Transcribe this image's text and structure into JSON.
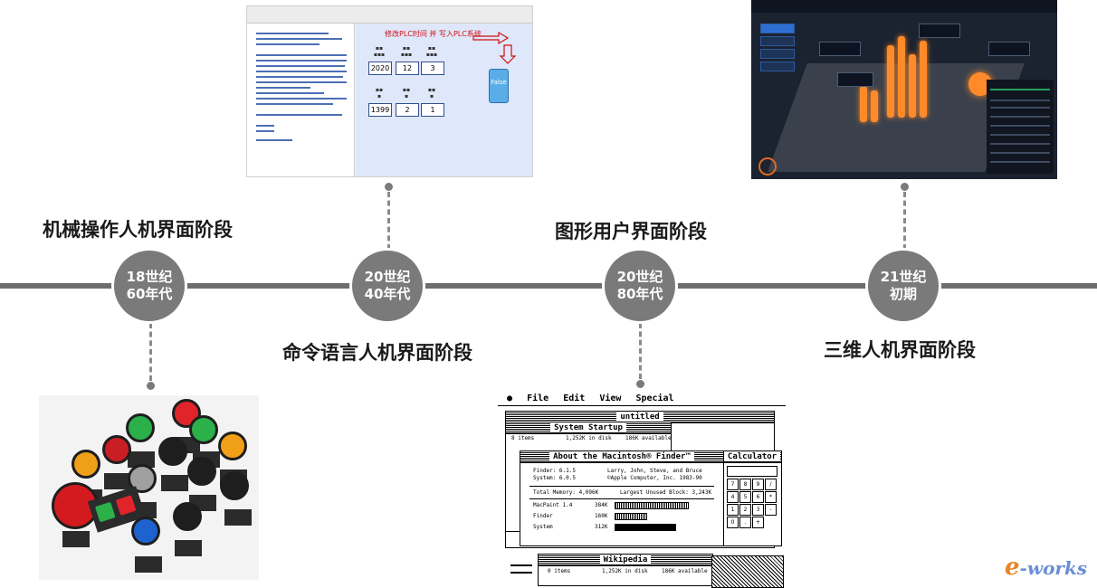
{
  "stages": [
    {
      "label": "机械操作人机界面阶段"
    },
    {
      "label": "命令语言人机界面阶段"
    },
    {
      "label": "图形用户界面阶段"
    },
    {
      "label": "三维人机界面阶段"
    }
  ],
  "nodes": [
    {
      "line1": "18世纪",
      "line2": "60年代"
    },
    {
      "line1": "20世纪",
      "line2": "40年代"
    },
    {
      "line1": "20世纪",
      "line2": "80年代"
    },
    {
      "line1": "21世纪",
      "line2": "初期"
    }
  ],
  "cmd_image": {
    "annotation": "修改PLC时间 并 写入PLC系统",
    "row1_values": [
      "2020",
      "12",
      "3"
    ],
    "row2_values": [
      "1399",
      "2",
      "1"
    ],
    "status": "False"
  },
  "mac_image": {
    "menu": [
      "File",
      "Edit",
      "View",
      "Special"
    ],
    "win_untitled": "untitled",
    "win_startup": "System Startup",
    "startup_info": [
      "8 items",
      "1,252K in disk",
      "186K available"
    ],
    "about_title": "About the Macintosh® Finder™",
    "finder_version": "Finder:  6.1.5",
    "system_version": "System:  6.0.5",
    "credits": "Larry, John, Steve, and Bruce",
    "copyright": "©Apple Computer, Inc. 1983-90",
    "total_memory": "Total Memory:    4,096K",
    "largest_block": "Largest Unused Block:  3,243K",
    "apps": [
      {
        "name": "MacPaint 1.4",
        "size": "384K"
      },
      {
        "name": "Finder",
        "size": "160K"
      },
      {
        "name": "System",
        "size": "312K"
      }
    ],
    "calculator": "Calculator",
    "wiki_title": "Wikipedia",
    "wiki_info": [
      "0 items",
      "1,252K in disk",
      "186K available"
    ]
  },
  "logo": {
    "e": "e",
    "rest": "-works"
  },
  "colors": {
    "line": "#6d6d6d",
    "node": "#7a7a7a",
    "text": "#1a1a1a"
  }
}
